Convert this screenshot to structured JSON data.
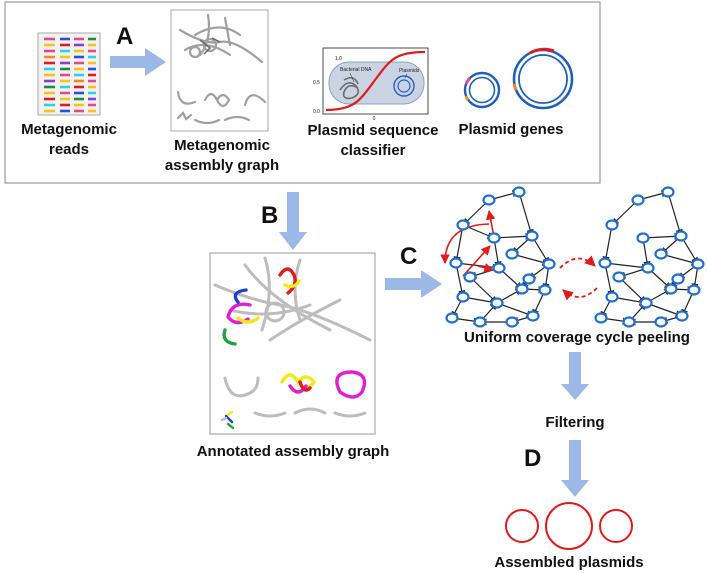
{
  "steps": {
    "a": "A",
    "b": "B",
    "c": "C",
    "d": "D"
  },
  "top_panel": {
    "reads_label_1": "Metagenomic",
    "reads_label_2": "reads",
    "graph_label_1": "Metagenomic",
    "graph_label_2": "assembly graph",
    "classifier_label_1": "Plasmid sequence",
    "classifier_label_2": "classifier",
    "genes_label": "Plasmid genes",
    "classifier_inset": {
      "bacterial_dna": "Bacterial DNA",
      "plasmids": "Plasmids",
      "y_ticks": [
        "1.0",
        "0.5",
        "0.0"
      ],
      "x_tick": "0"
    }
  },
  "annotated_graph_label": "Annotated assembly graph",
  "peeling_label": "Uniform coverage cycle peeling",
  "filtering_label": "Filtering",
  "assembled_label": "Assembled plasmids",
  "colors": {
    "arrow": "#9bb8e6",
    "node_stroke": "#1f6fd1",
    "red": "#e11b1b",
    "gray_graph": "#bdbdbd",
    "panel_border": "#9a9a9a"
  }
}
